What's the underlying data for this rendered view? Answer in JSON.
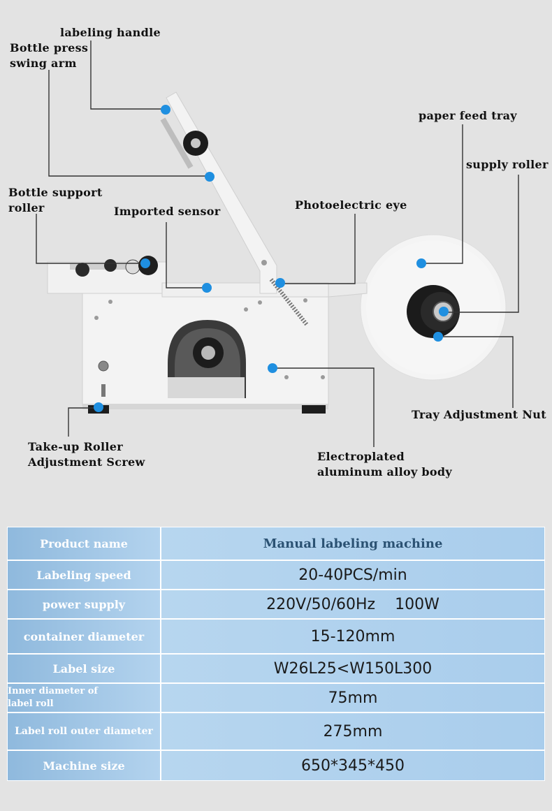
{
  "callouts": {
    "labeling_handle": "labeling handle",
    "bottle_press_swing_arm": "Bottle press\nswing arm",
    "paper_feed_tray": "paper feed tray",
    "supply_roller": "supply roller",
    "bottle_support_roller": "Bottle support\nroller",
    "imported_sensor": "Imported sensor",
    "photoelectric_eye": "Photoelectric eye",
    "tray_adjustment_nut": "Tray Adjustment Nut",
    "takeup_roller_screw": "Take-up Roller\nAdjustment Screw",
    "body": "Electroplated\naluminum alloy body"
  },
  "colors": {
    "marker": "#1f8fe0",
    "machine": "#f2f2f2",
    "table_label": "#9ec5e6",
    "table_value": "#b3d4ee"
  },
  "spec": {
    "rows": [
      {
        "label": "Product name",
        "value": "Manual labeling machine"
      },
      {
        "label": "Labeling speed",
        "value": "20-40PCS/min"
      },
      {
        "label": "power supply",
        "value": "220V/50/60Hz    100W"
      },
      {
        "label": "container diameter",
        "value": "15-120mm"
      },
      {
        "label": "Label size",
        "value": "W26L25<W150L300"
      },
      {
        "label": "Inner diameter of\nlabel roll",
        "value": "75mm"
      },
      {
        "label": "Label roll outer diameter",
        "value": "275mm"
      },
      {
        "label": "Machine size",
        "value": "650*345*450"
      }
    ]
  }
}
